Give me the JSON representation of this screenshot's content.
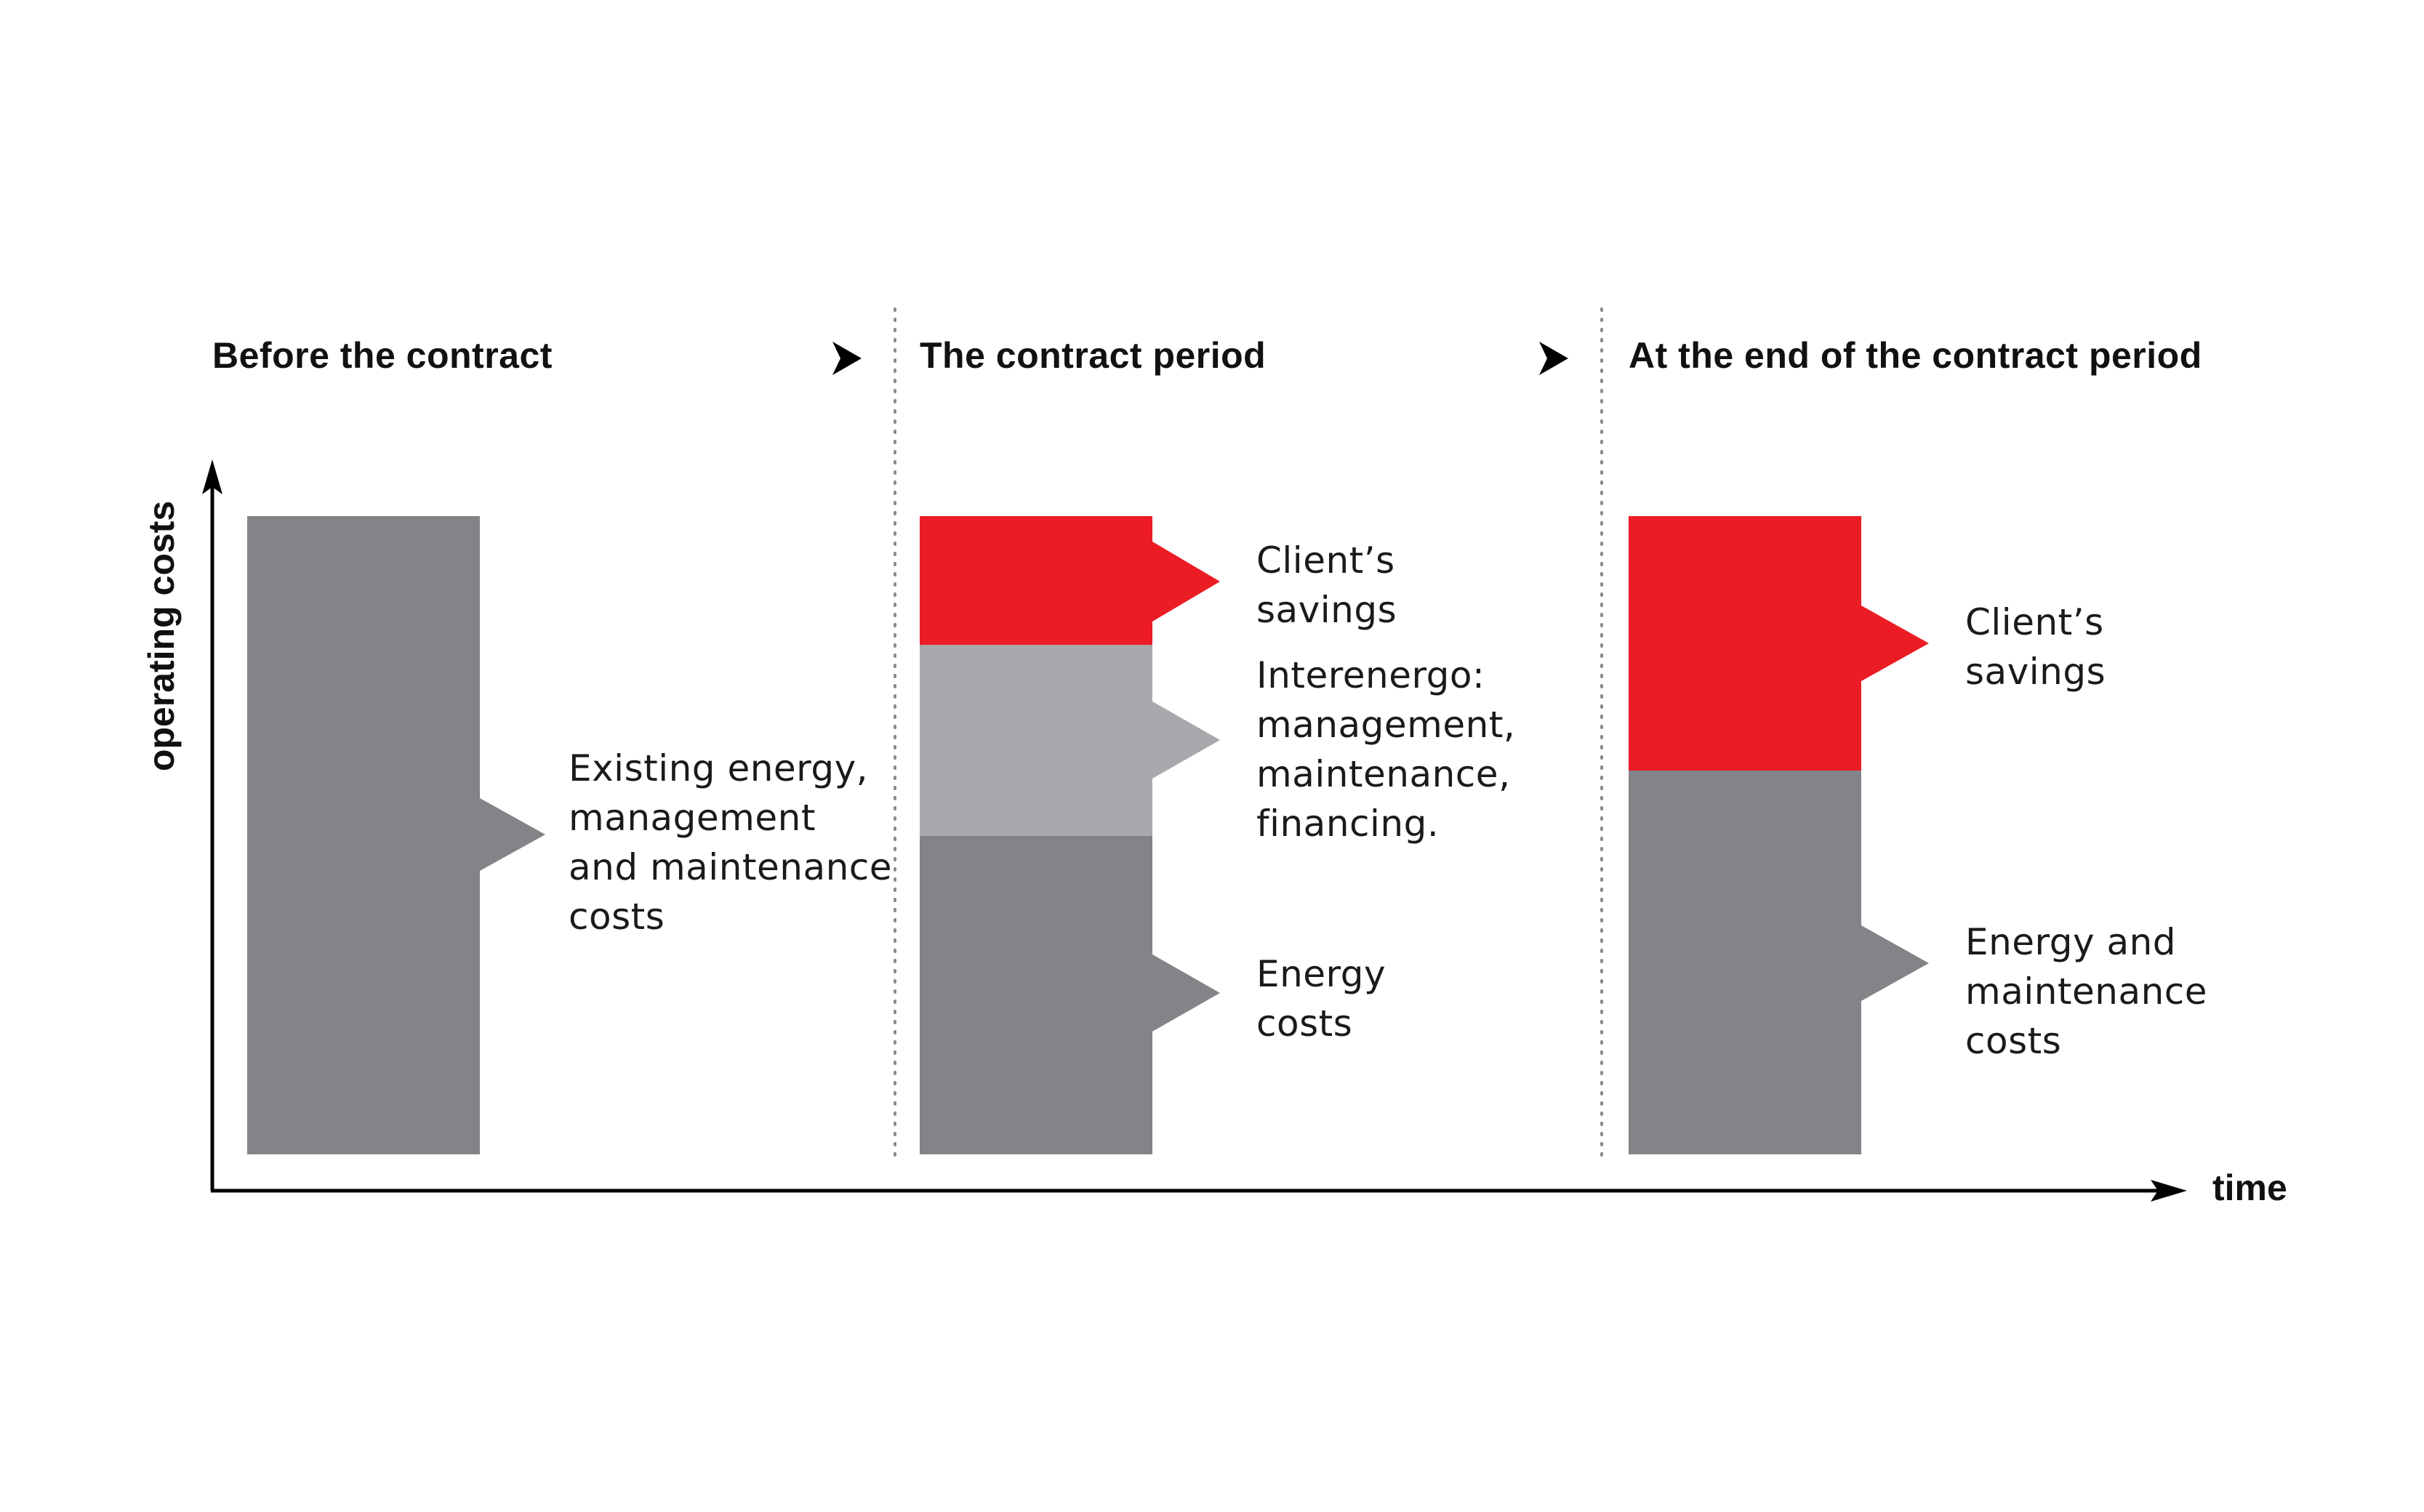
{
  "colors": {
    "dark_gray": "#838487",
    "light_gray": "#a8a9ac",
    "red": "#ec1c24",
    "axis": "#000000",
    "divider": "#8a8a8a"
  },
  "phases": [
    {
      "title": "Before the contract",
      "blocks": [
        {
          "role": "existing-costs",
          "color": "dark_gray",
          "label_lines": [
            "Existing energy,",
            "management",
            "and maintenance",
            "costs"
          ]
        }
      ]
    },
    {
      "title": "The contract period",
      "blocks": [
        {
          "role": "client-savings",
          "color": "red",
          "label_lines": [
            "Client’s",
            "savings"
          ]
        },
        {
          "role": "interenergo",
          "color": "light_gray",
          "label_lines": [
            "Interenergo:",
            "management,",
            "maintenance,",
            "financing."
          ]
        },
        {
          "role": "energy-costs",
          "color": "dark_gray",
          "label_lines": [
            "Energy",
            "costs"
          ]
        }
      ]
    },
    {
      "title": "At the end of the contract period",
      "blocks": [
        {
          "role": "client-savings",
          "color": "red",
          "label_lines": [
            "Client’s",
            "savings"
          ]
        },
        {
          "role": "energy-maintenance-costs",
          "color": "dark_gray",
          "label_lines": [
            "Energy and",
            "maintenance",
            "costs"
          ]
        }
      ]
    }
  ],
  "axes": {
    "y_label": "operating costs",
    "x_label": "time"
  },
  "transition_icon": "chevron-right-icon"
}
